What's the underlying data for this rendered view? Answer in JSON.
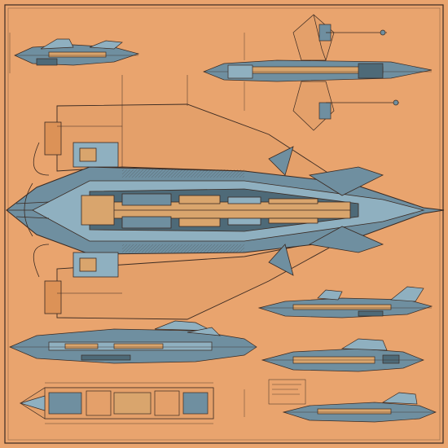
{
  "artwork": {
    "type": "spaceship-blueprint-illustration",
    "text": []
  },
  "palette": {
    "paper": "#e9a46e",
    "paper_edge": "#dc9257",
    "ink": "#3a2a22",
    "hull_blue": "#6f8fa0",
    "hull_blue_light": "#8fb0c0",
    "hull_shadow": "#4e6a78",
    "panel_tan": "#d9a56d"
  },
  "views": [
    {
      "name": "main-top-view"
    },
    {
      "name": "small-side-view-top-left"
    },
    {
      "name": "top-view-upper-right"
    },
    {
      "name": "side-view-right-1"
    },
    {
      "name": "side-view-left"
    },
    {
      "name": "side-view-right-2"
    },
    {
      "name": "cutaway-bottom-left"
    },
    {
      "name": "side-view-right-3"
    }
  ]
}
